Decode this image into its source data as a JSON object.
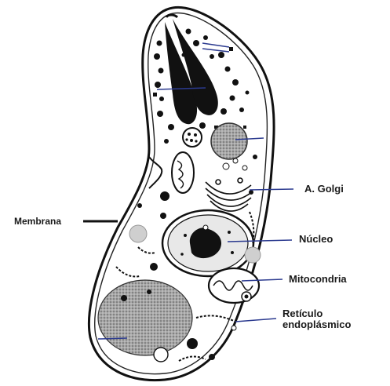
{
  "labels": {
    "membrana": "Membrana",
    "golgi": "A. Golgi",
    "nucleo": "Núcleo",
    "mitocondria": "Mitocondria",
    "reticulo_line1": "Retículo",
    "reticulo_line2": "endoplásmico"
  },
  "colors": {
    "outline": "#111111",
    "leader_blue": "#2b3a8f",
    "organelle_gray": "#8a8a8a",
    "light_gray": "#cfcfcf"
  }
}
